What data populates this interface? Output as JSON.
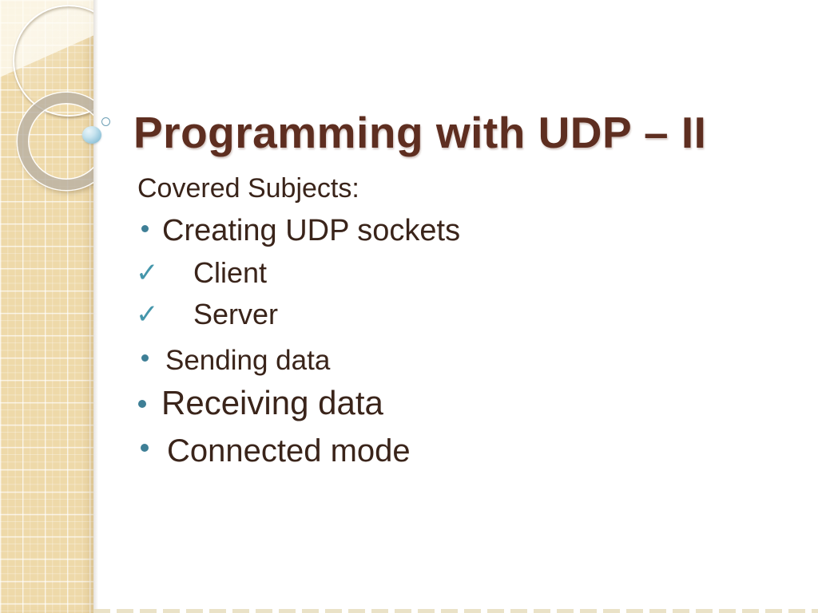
{
  "slide": {
    "title": "Programming with UDP – II",
    "intro": "Covered Subjects:",
    "bullets": [
      {
        "text": "Creating UDP sockets",
        "marker": "teal-dot"
      },
      {
        "text": "Client",
        "marker": "teal-check"
      },
      {
        "text": "Server",
        "marker": "teal-check"
      },
      {
        "text": "Sending data",
        "marker": "teal-dot"
      },
      {
        "text": "Receiving data",
        "marker": "teal-dot"
      },
      {
        "text": "Connected mode",
        "marker": "teal-dot"
      }
    ],
    "check_glyph": "✓",
    "decorations": {
      "sidebar_pattern": "tan-grid",
      "shapes": [
        "thin-outline-circle",
        "thick-ring",
        "glass-sphere",
        "small-ring"
      ]
    },
    "colors": {
      "title": "#5e2e20",
      "body_text": "#3a241a",
      "bullet_dot": "#3e7f96",
      "check_mark": "#4596ab",
      "sidebar_tan": "#eed9a9",
      "sphere_blue": "#a5d0e2",
      "background": "#ffffff"
    }
  }
}
